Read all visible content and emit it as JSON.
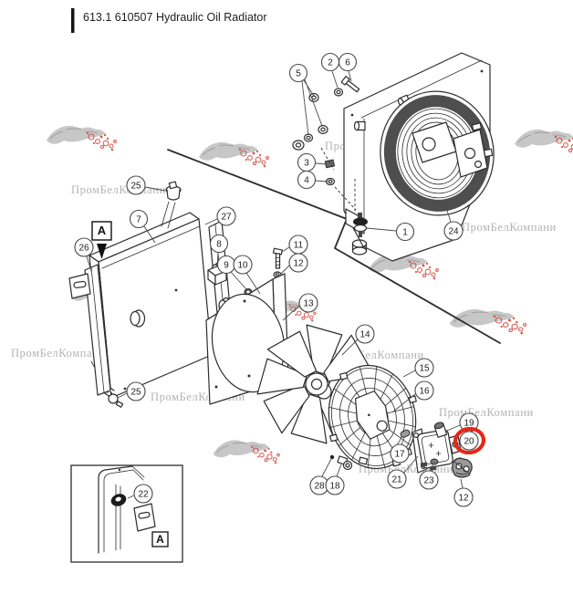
{
  "page": {
    "title": "613.1 610507 Hydraulic Oil Radiator"
  },
  "watermark": {
    "text": "ПромБелКомпани",
    "text_color": "#a6a6a6",
    "logo_gray": "#8f8f8f",
    "logo_red": "#cc3a2e"
  },
  "highlight": {
    "part": "20",
    "color": "#e42818"
  },
  "detail_markers": {
    "main_label": "A",
    "inset_label": "A"
  },
  "callouts": [
    {
      "label": "2"
    },
    {
      "label": "6"
    },
    {
      "label": "5"
    },
    {
      "label": "3"
    },
    {
      "label": "4"
    },
    {
      "label": "1"
    },
    {
      "label": "24"
    },
    {
      "label": "25"
    },
    {
      "label": "7"
    },
    {
      "label": "27"
    },
    {
      "label": "26"
    },
    {
      "label": "8"
    },
    {
      "label": "9"
    },
    {
      "label": "10"
    },
    {
      "label": "11"
    },
    {
      "label": "12"
    },
    {
      "label": "13"
    },
    {
      "label": "14"
    },
    {
      "label": "15"
    },
    {
      "label": "16"
    },
    {
      "label": "17"
    },
    {
      "label": "28"
    },
    {
      "label": "18"
    },
    {
      "label": "21"
    },
    {
      "label": "23"
    },
    {
      "label": "19"
    },
    {
      "label": "20"
    },
    {
      "label": "12"
    },
    {
      "label": "25"
    },
    {
      "label": "22"
    }
  ]
}
